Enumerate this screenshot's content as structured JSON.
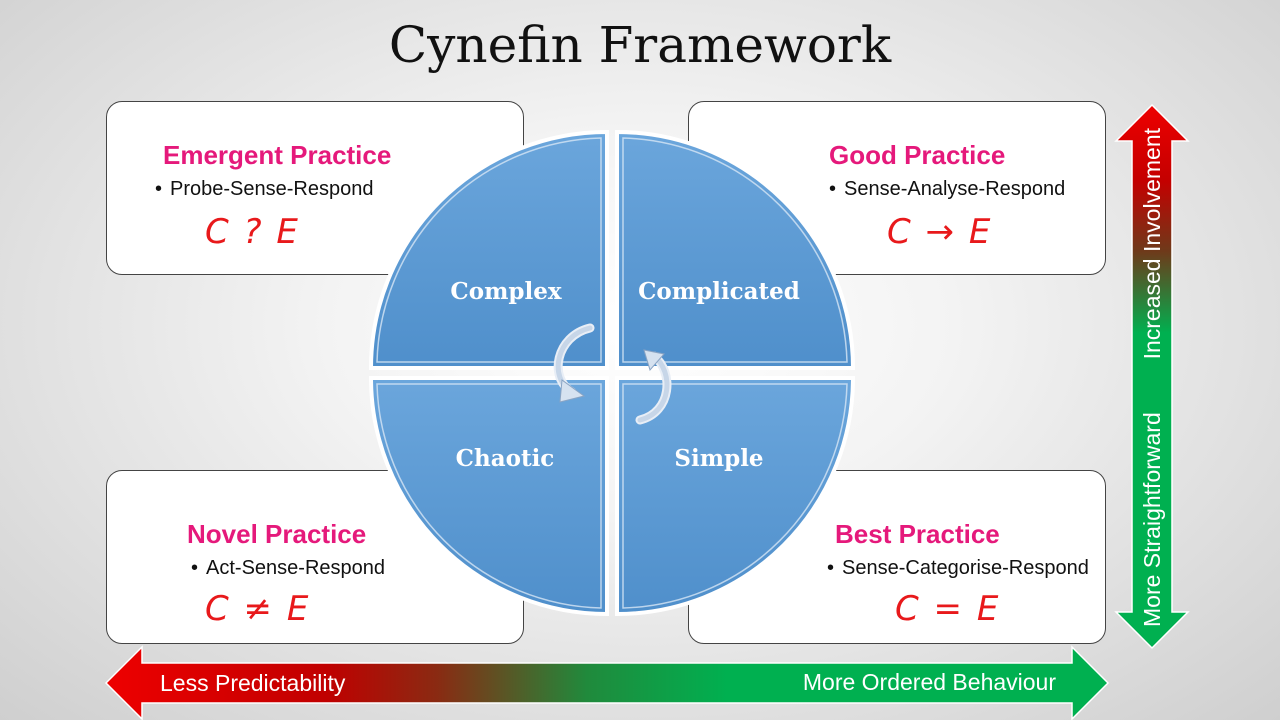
{
  "title": "Cynefin Framework",
  "quadrants": {
    "complex": "Complex",
    "complicated": "Complicated",
    "chaotic": "Chaotic",
    "simple": "Simple"
  },
  "boxes": {
    "top_left": {
      "practice": "Emergent Practice",
      "method": "Probe-Sense-Respond",
      "formula": "C ? E"
    },
    "top_right": {
      "practice": "Good Practice",
      "method": "Sense-Analyse-Respond",
      "formula": "C → E"
    },
    "bottom_left": {
      "practice": "Novel Practice",
      "method": "Act-Sense-Respond",
      "formula": "C ≠ E"
    },
    "bottom_right": {
      "practice": "Best Practice",
      "method": "Sense-Categorise-Respond",
      "formula": "C = E"
    }
  },
  "horizontal_arrow": {
    "left_label": "Less Predictability",
    "right_label": "More Ordered Behaviour"
  },
  "vertical_arrow": {
    "top_label": "Increased Involvement",
    "bottom_label": "More Straightforward"
  },
  "colors": {
    "quadrant_fill": "#5b9bd5",
    "practice_text": "#e5197b",
    "formula_text": "#e8191b",
    "arrow_red": "#ee0000",
    "arrow_green": "#00b050"
  }
}
